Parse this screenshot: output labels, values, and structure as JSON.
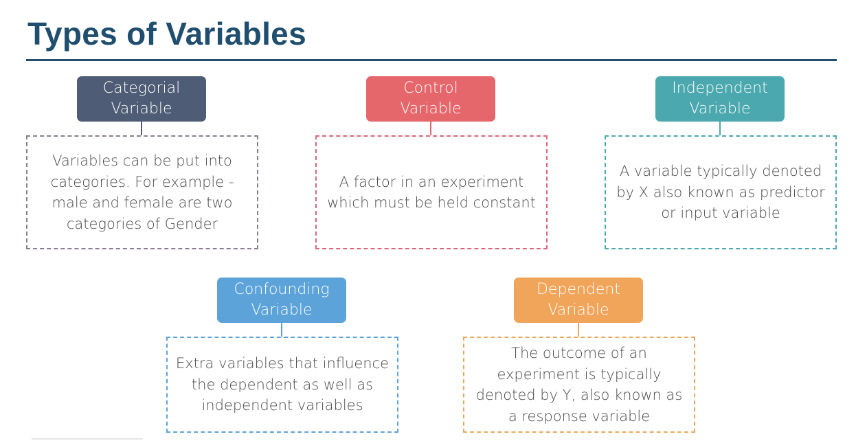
{
  "title": "Types of Variables",
  "colors": {
    "title": "#1f4e6e",
    "categorical": "#4e5c75",
    "control": "#e5666b",
    "independent": "#4aa8ae",
    "confounding": "#5ca3d9",
    "dependent": "#f0a55a"
  },
  "variables": [
    {
      "label": "Categorial\nVariable",
      "description": "Variables can be put into categories. For example - male and female are two categories of Gender"
    },
    {
      "label": "Control\nVariable",
      "description": "A factor in an experiment which must be held constant"
    },
    {
      "label": "Independent\nVariable",
      "description": "A variable typically denoted by X also known as predictor or input variable"
    },
    {
      "label": "Confounding\nVariable",
      "description": "Extra variables that influence the dependent as well as independent variables"
    },
    {
      "label": "Dependent\nVariable",
      "description": "The outcome of an experiment is typically denoted by Y, also known as a response variable"
    }
  ]
}
